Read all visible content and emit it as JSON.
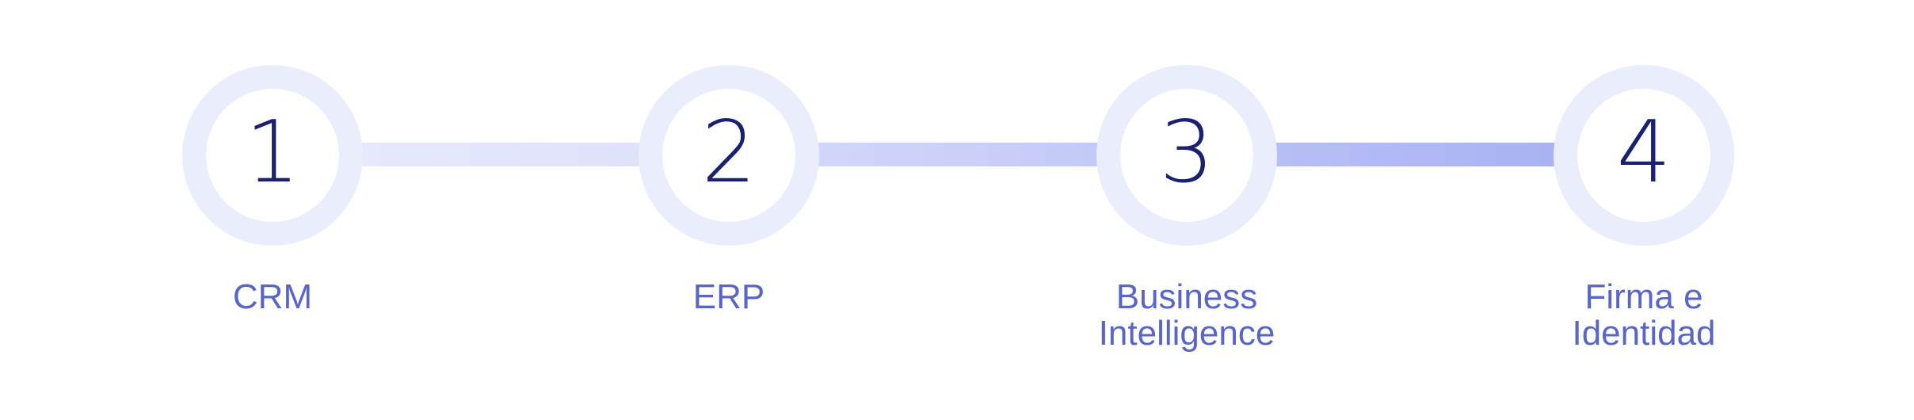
{
  "steps": [
    {
      "number": "1",
      "label": "CRM"
    },
    {
      "number": "2",
      "label": "ERP"
    },
    {
      "number": "3",
      "label": "Business\nIntelligence"
    },
    {
      "number": "4",
      "label": "Firma e\nIdentidad"
    }
  ],
  "colors": {
    "circle_ring": "#eaedfc",
    "number": "#1a2270",
    "label": "#5966c8",
    "connector_light": "#e6e9fc",
    "connector_dark": "#a9b1f3"
  }
}
